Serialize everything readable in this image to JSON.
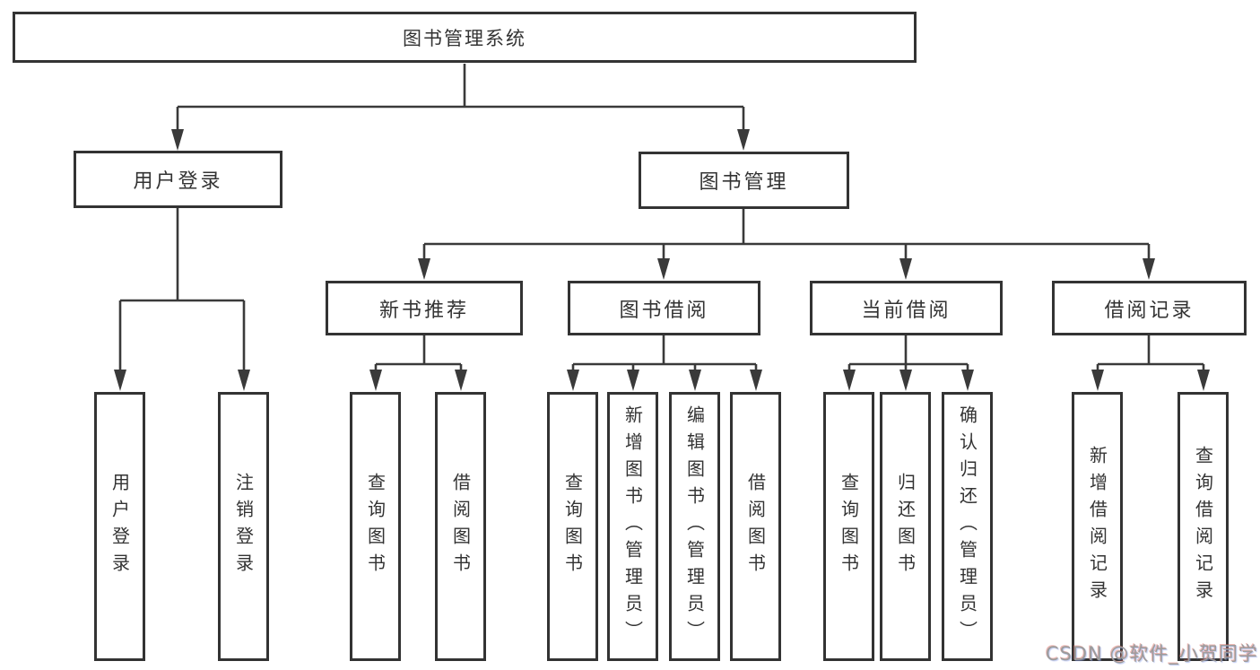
{
  "page": {
    "background": "#ffffff",
    "watermark": "CSDN @软件_小贺同学"
  },
  "colors": {
    "line": "#3a3a3a",
    "border": "#333333",
    "text": "#333333",
    "watermark": "#9b9b9b"
  },
  "tree": {
    "root": "图书管理系统",
    "level2": [
      "用户登录",
      "图书管理"
    ],
    "level3": [
      "新书推荐",
      "图书借阅",
      "当前借阅",
      "借阅记录"
    ],
    "leaves": {
      "user_login": [
        "用户登录",
        "注销登录"
      ],
      "new_book_recommend": [
        "查询图书",
        "借阅图书"
      ],
      "book_borrow": [
        "查询图书",
        "新增图书（管理员）",
        "编辑图书（管理员）",
        "借阅图书"
      ],
      "current_borrow": [
        "查询图书",
        "归还图书",
        "确认归还（管理员）"
      ],
      "borrow_records": [
        "新增借阅记录",
        "查询借阅记录"
      ]
    }
  }
}
